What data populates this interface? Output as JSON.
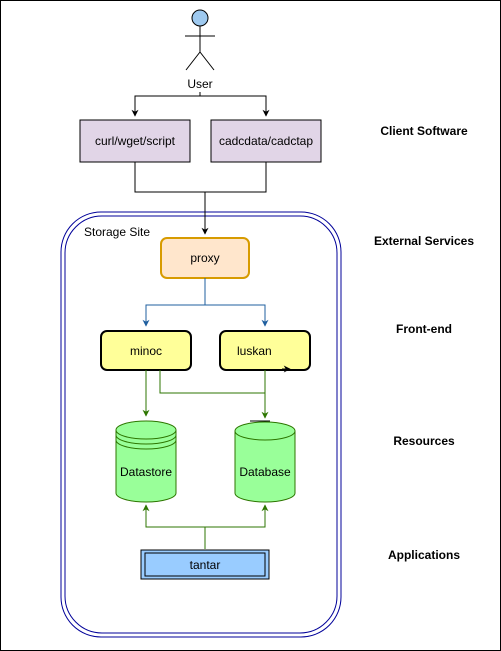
{
  "actor": {
    "label": "User"
  },
  "clients": [
    {
      "label": "curl/wget/script"
    },
    {
      "label": "cadcdata/cadctap"
    }
  ],
  "site": {
    "label": "Storage Site"
  },
  "proxy": {
    "label": "proxy"
  },
  "frontends": [
    {
      "label": "minoc"
    },
    {
      "label": "luskan"
    }
  ],
  "stores": [
    {
      "label": "Datastore"
    },
    {
      "label": "Database"
    }
  ],
  "app": {
    "label": "tantar"
  },
  "layers": {
    "client": "Client Software",
    "external": "External Services",
    "frontend": "Front-end",
    "resources": "Resources",
    "applications": "Applications"
  },
  "colors": {
    "actor_fill": "#9ec9ef",
    "client_fill": "#e1d5e7",
    "proxy_fill": "#ffe6cc",
    "proxy_stroke": "#d79b00",
    "frontend_fill": "#ffff99",
    "store_fill": "#99ff99",
    "store_stroke": "#2d7600",
    "app_fill": "#99ccff",
    "site_stroke": "#000099",
    "edge_blue": "#1f5f9f",
    "edge_green": "#2d7600"
  }
}
